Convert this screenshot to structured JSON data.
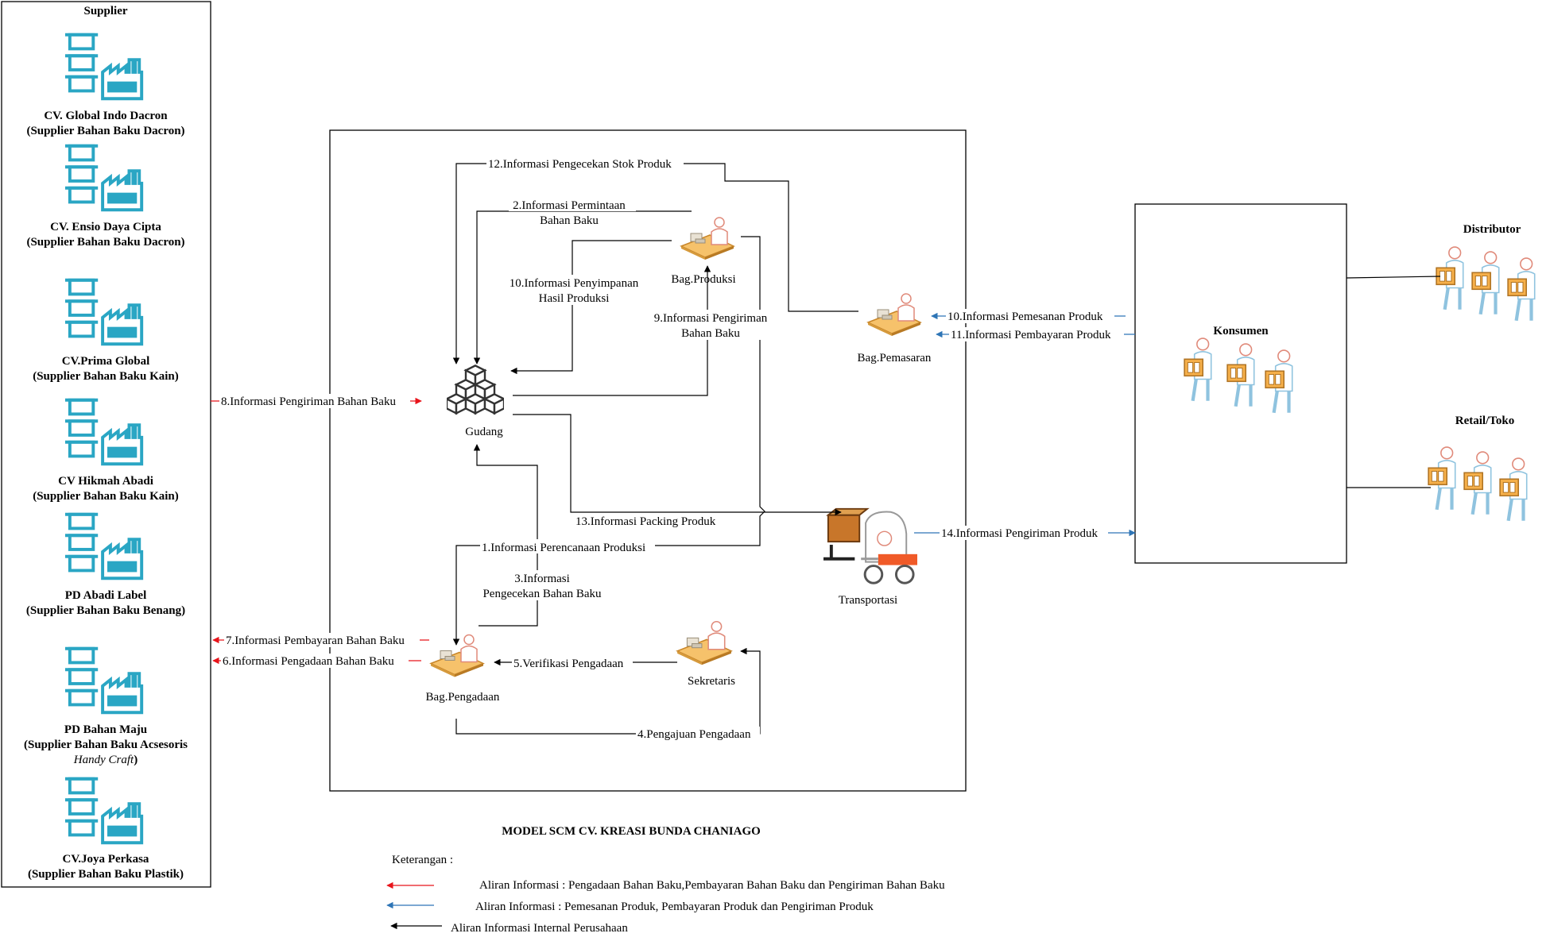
{
  "title": "MODEL SCM CV. KREASI BUNDA CHANIAGO",
  "supplier_panel": {
    "title": "Supplier",
    "suppliers": [
      {
        "name": "CV. Global Indo Dacron",
        "desc": "(Supplier Bahan Baku Dacron)"
      },
      {
        "name": "CV. Ensio Daya Cipta",
        "desc": "(Supplier Bahan Baku Dacron)"
      },
      {
        "name": "CV.Prima Global",
        "desc": "(Supplier Bahan Baku Kain)"
      },
      {
        "name": "CV Hikmah Abadi",
        "desc": "(Supplier Bahan Baku Kain)"
      },
      {
        "name": "PD Abadi Label",
        "desc": "(Supplier Bahan Baku Benang)"
      },
      {
        "name": "PD Bahan Maju",
        "desc": "(Supplier Bahan Baku Acsesoris",
        "desc2": "Handy Craft",
        "desc3": ")"
      },
      {
        "name": "CV.Joya Perkasa",
        "desc": "(Supplier Bahan Baku Plastik)"
      }
    ]
  },
  "nodes": {
    "gudang": "Gudang",
    "produksi": "Bag.Produksi",
    "pemasaran": "Bag.Pemasaran",
    "transportasi": "Transportasi",
    "pengadaan": "Bag.Pengadaan",
    "sekretaris": "Sekretaris",
    "konsumen": "Konsumen",
    "distributor": "Distributor",
    "retail": "Retail/Toko"
  },
  "flows": {
    "f1": "1.Informasi Perencanaan Produksi",
    "f2a": "2.Informasi Permintaan",
    "f2b": "Bahan Baku",
    "f3a": "3.Informasi",
    "f3b": "Pengecekan Bahan Baku",
    "f4": "4.Pengajuan Pengadaan",
    "f5": "5.Verifikasi Pengadaan",
    "f6": "6.Informasi Pengadaan Bahan Baku",
    "f7": "7.Informasi Pembayaran Bahan Baku",
    "f8": "8.Informasi Pengiriman Bahan Baku",
    "f9a": "9.Informasi Pengiriman",
    "f9b": "Bahan Baku",
    "f10a": "10.Informasi Penyimpanan",
    "f10b": "Hasil Produksi",
    "f10c": "10.Informasi Pemesanan Produk",
    "f11": "11.Informasi Pembayaran Produk",
    "f12": "12.Informasi Pengecekan Stok Produk",
    "f13": "13.Informasi Packing Produk",
    "f14": "14.Informasi Pengiriman Produk"
  },
  "legend": {
    "title": "Keterangan :",
    "items": [
      {
        "color": "#e8141b",
        "text": "Aliran Informasi : Pengadaan Bahan Baku,Pembayaran Bahan Baku dan Pengiriman Bahan Baku"
      },
      {
        "color": "#2e75b6",
        "text": "Aliran Informasi : Pemesanan Produk, Pembayaran Produk dan Pengiriman Produk"
      },
      {
        "color": "#000000",
        "text": "Aliran Informasi Internal Perusahaan"
      }
    ]
  }
}
